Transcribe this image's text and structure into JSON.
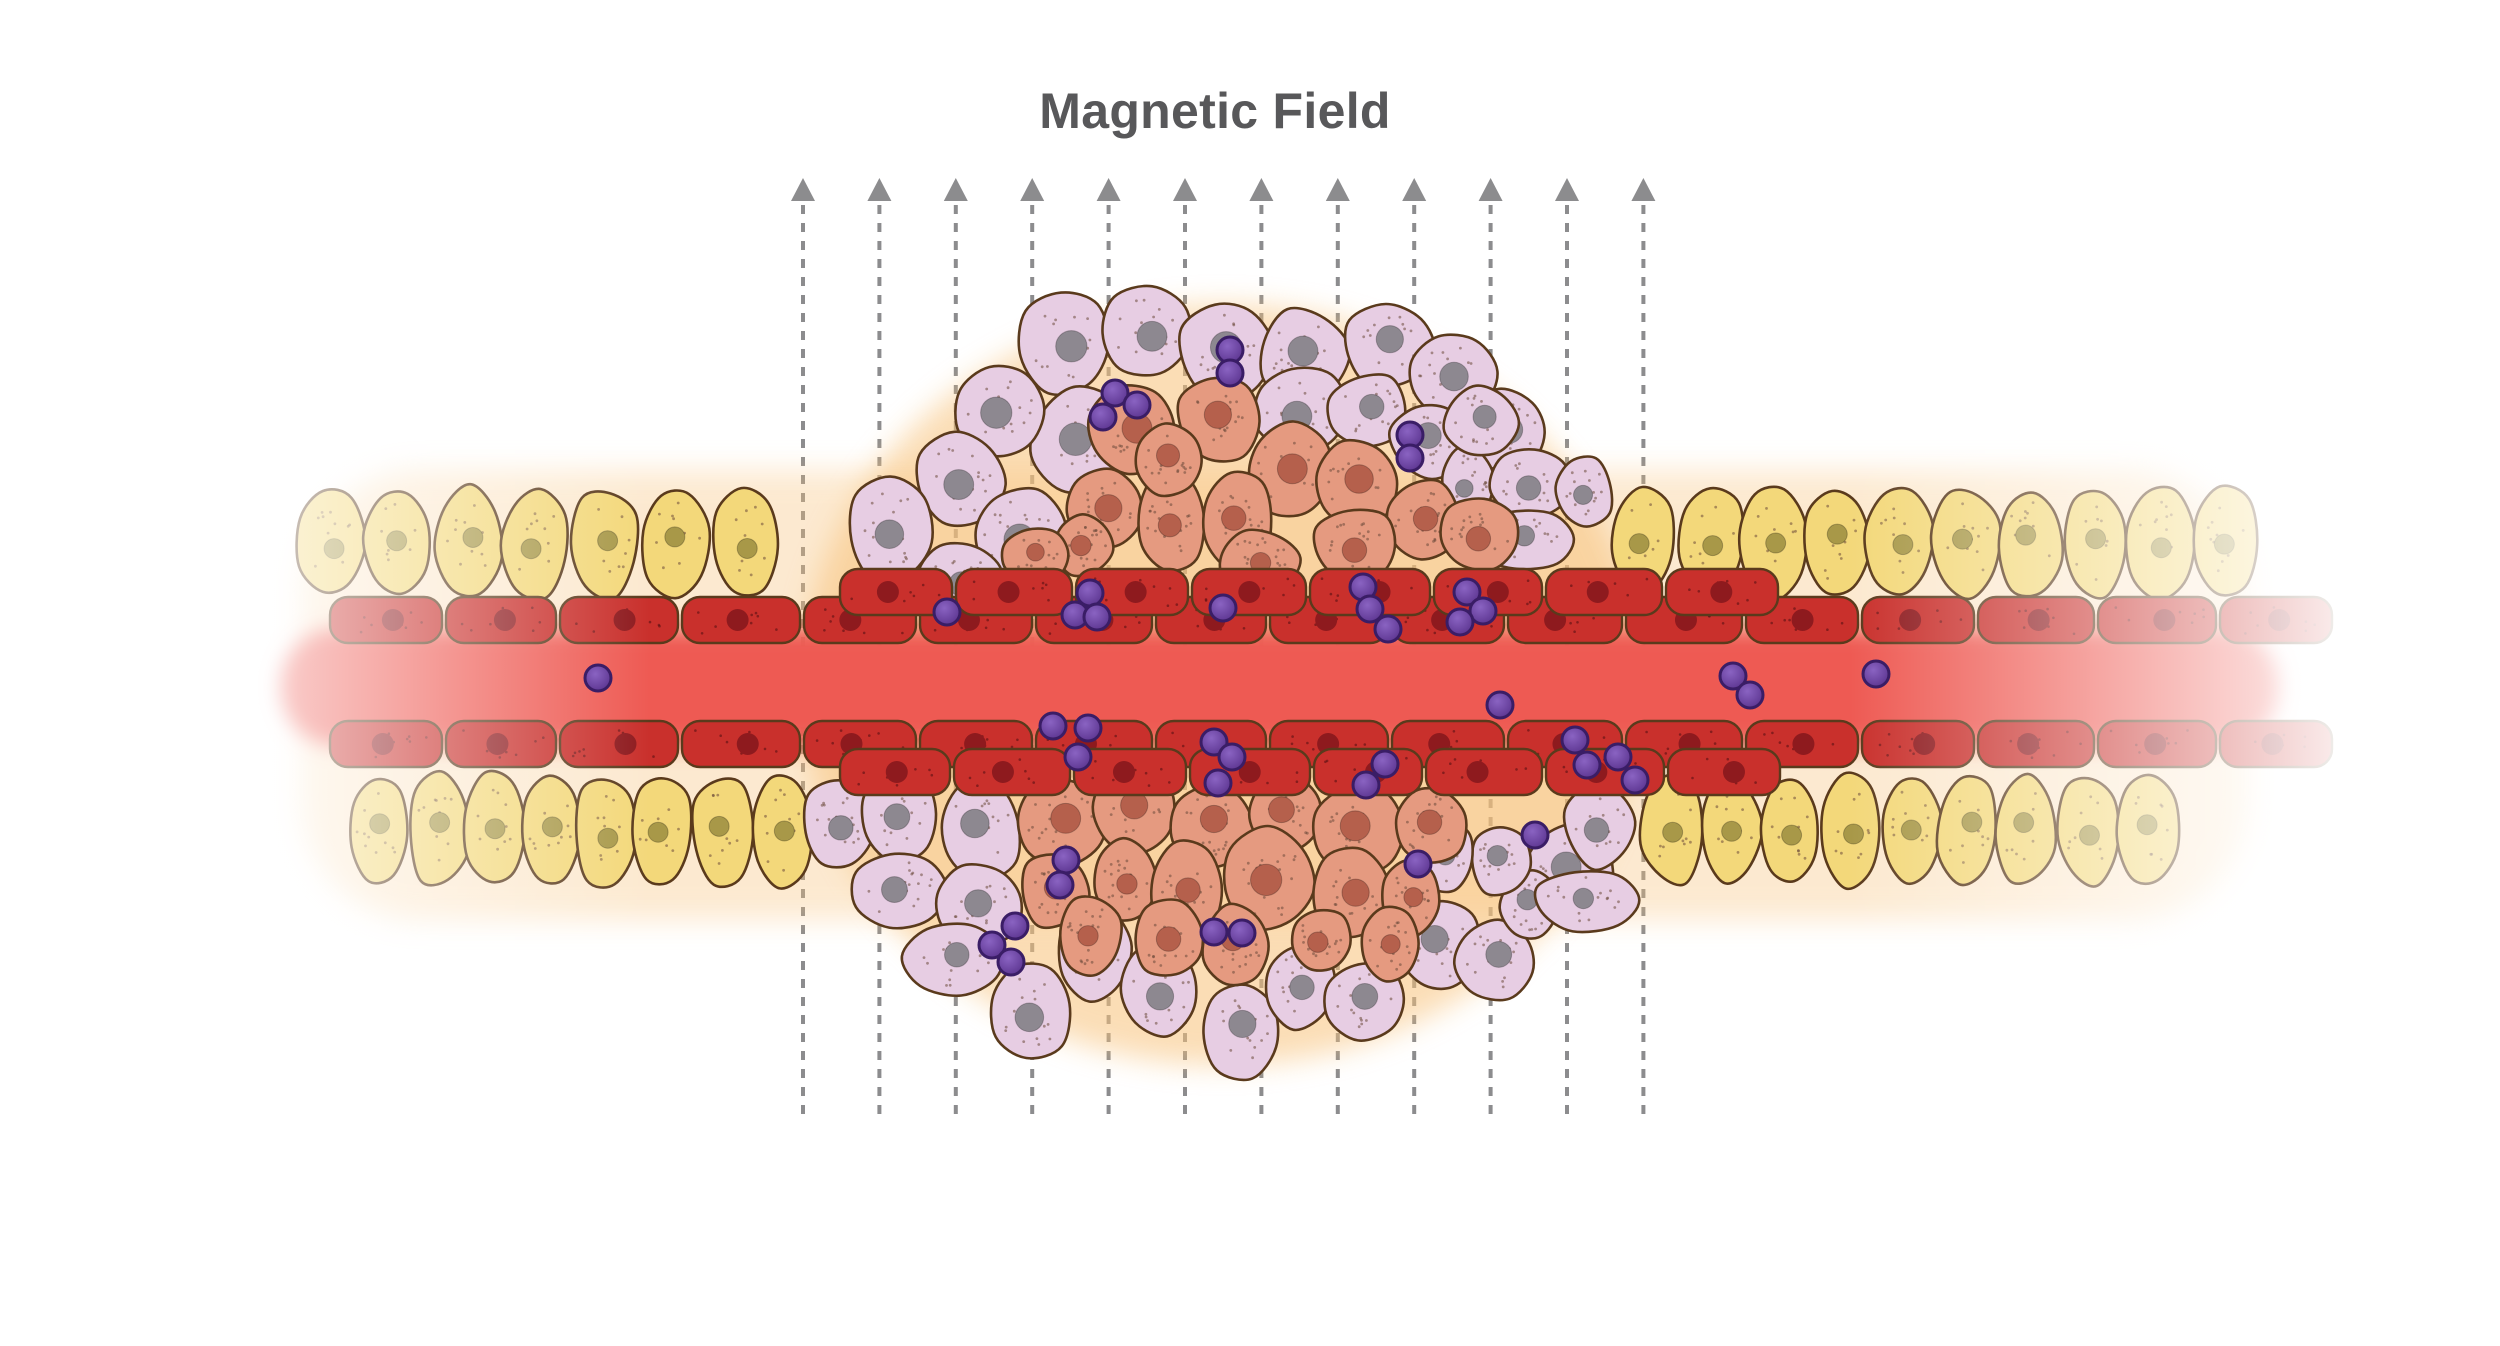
{
  "title": "Magnetic Field",
  "colors": {
    "background": "#ffffff",
    "title_text": "#58585a",
    "field_line": "#8c8c8e",
    "vessel_lumen": "#ee5a52",
    "endothelial_cell": "#c9302c",
    "endothelial_nucleus": "#8e1a1e",
    "healthy_cell": "#f3d87a",
    "healthy_nucleus": "#a89848",
    "tumor_cell_light": "#e7cde3",
    "tumor_nucleus_light": "#8d8890",
    "tumor_cell_dark": "#e59a80",
    "tumor_nucleus_dark": "#b5604c",
    "tumor_glow": "#f8c27a",
    "nanoparticle": "#6c3f9c",
    "nanoparticle_outline": "#3a1d66",
    "cell_outline": "#5a3a1c"
  },
  "elements": {
    "field_arrow": "field-line-arrow",
    "vessel": "blood-vessel",
    "tumor": "tumor-mass",
    "particle": "magnetic-nanoparticle"
  }
}
